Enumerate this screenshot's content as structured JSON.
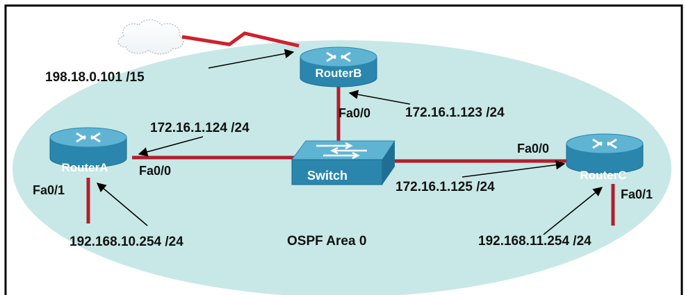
{
  "colors": {
    "area_fill": "#c7e8e6",
    "link": "#b21e2e",
    "serial_link": "#d0202e",
    "device_blue": "#2a86ad",
    "device_top": "#5fb4d4",
    "label_text": "#111111",
    "frame": "#000000"
  },
  "area": {
    "label": "OSPF Area 0"
  },
  "devices": {
    "router_a": {
      "label": "RouterA",
      "icon": "router-icon"
    },
    "router_b": {
      "label": "RouterB",
      "icon": "router-icon"
    },
    "router_c": {
      "label": "RouterC",
      "icon": "router-icon"
    },
    "switch": {
      "label": "Switch",
      "icon": "switch-icon"
    },
    "cloud": {
      "icon": "cloud-icon"
    }
  },
  "interfaces": {
    "a_fa00": "Fa0/0",
    "a_fa01": "Fa0/1",
    "b_fa00": "Fa0/0",
    "c_fa00": "Fa0/0",
    "c_fa01": "Fa0/1"
  },
  "addresses": {
    "b_serial": "198.18.0.101 /15",
    "b_lan": "172.16.1.123 /24",
    "a_lan": "172.16.1.124 /24",
    "c_lan": "172.16.1.125 /24",
    "a_lan2": "192.168.10.254 /24",
    "c_lan2": "192.168.11.254 /24"
  }
}
